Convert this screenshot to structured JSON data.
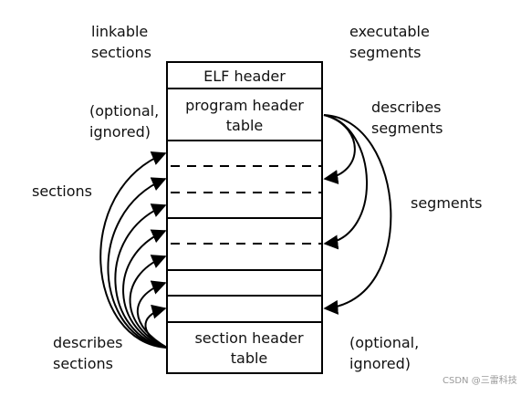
{
  "labels": {
    "linkable_line1": "linkable",
    "linkable_line2": "sections",
    "executable_line1": "executable",
    "executable_line2": "segments",
    "optional_left_line1": "(optional,",
    "optional_left_line2": "ignored)",
    "sections": "sections",
    "describes_sections_line1": "describes",
    "describes_sections_line2": "sections",
    "describes_segments_line1": "describes",
    "describes_segments_line2": "segments",
    "segments": "segments",
    "optional_right_line1": "(optional,",
    "optional_right_line2": "ignored)"
  },
  "boxes": {
    "elf_header": "ELF header",
    "program_header_line1": "program header",
    "program_header_line2": "table",
    "section_header_line1": "section header",
    "section_header_line2": "table"
  },
  "watermark": "CSDN @三雷科技"
}
